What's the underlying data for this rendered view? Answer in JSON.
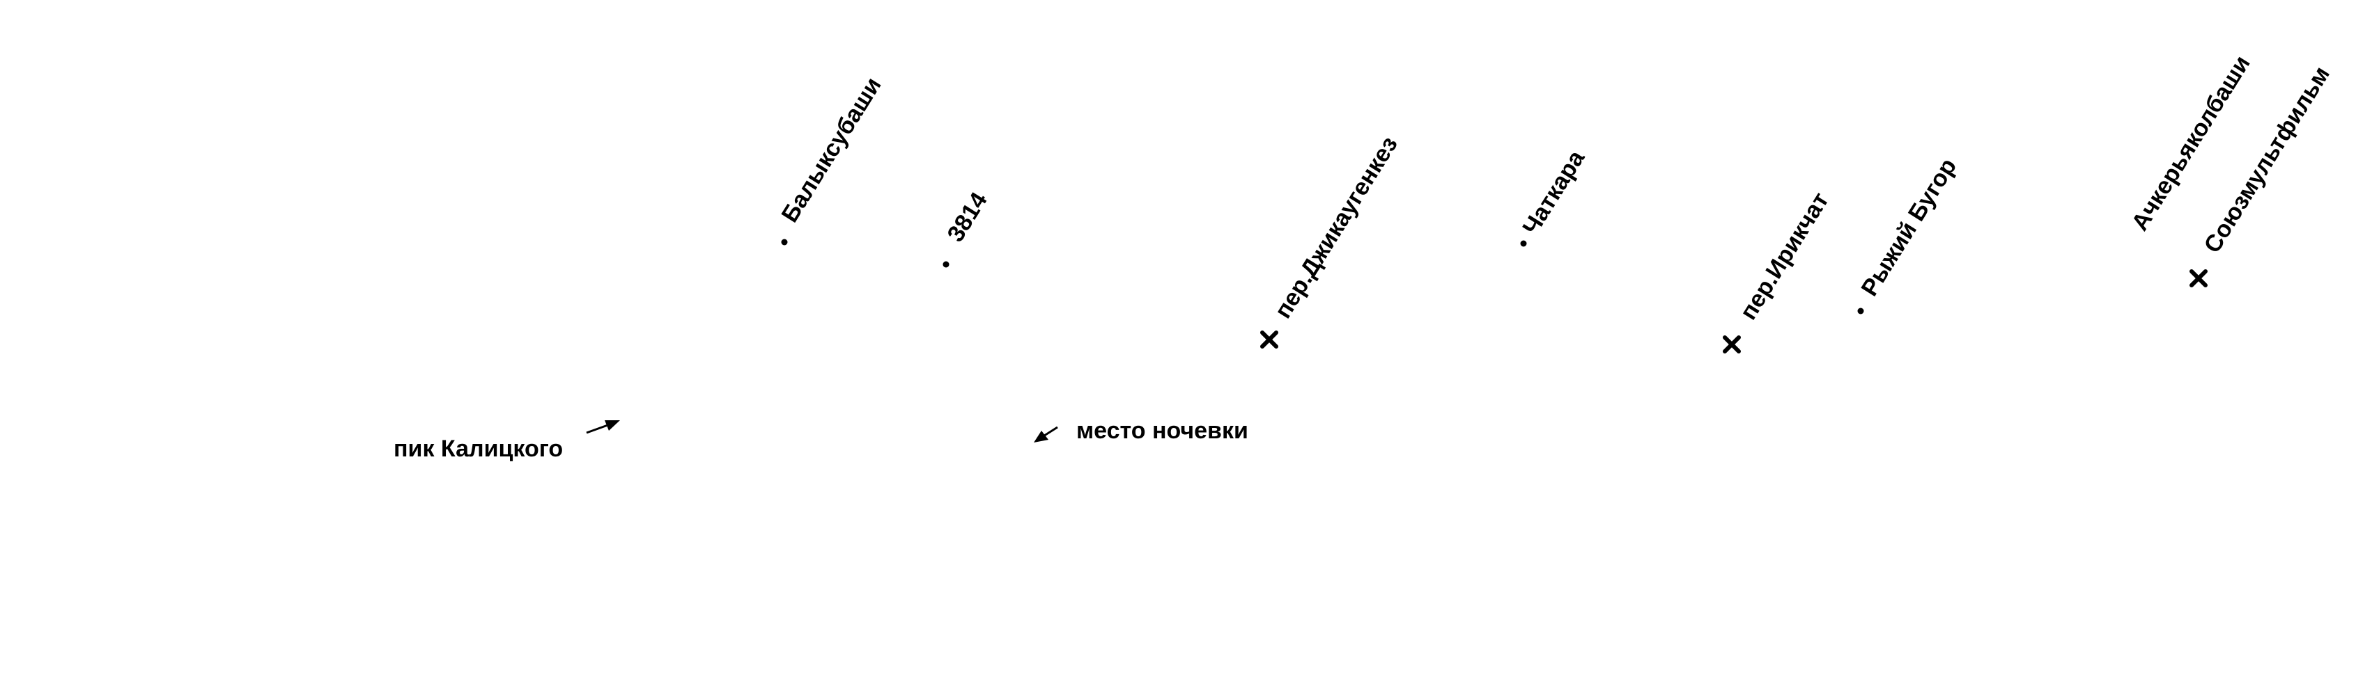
{
  "map": {
    "ink_color": "#000000",
    "background": "#ffffff",
    "labels": {
      "balyksubashi": "Балыксубаши",
      "elev_3814": "3814",
      "dzhikaugenkez": "пер.Джикаугенкез",
      "chatkara": "Чаткара",
      "irikchat": "пер.Ирикчат",
      "ryzhiy_bugor": "Рыжий Бугор",
      "achkeryakolbashi": "Ачкерьяколбаши",
      "soyuzmultfilm": "Союзмультфильм",
      "pik_kalitskogo": "пик Калицкого",
      "mesto_nochevki": "место ночевки"
    },
    "icons": {
      "point": "dot-icon",
      "pass": "cross-icon",
      "pointer": "arrow-icon"
    }
  }
}
